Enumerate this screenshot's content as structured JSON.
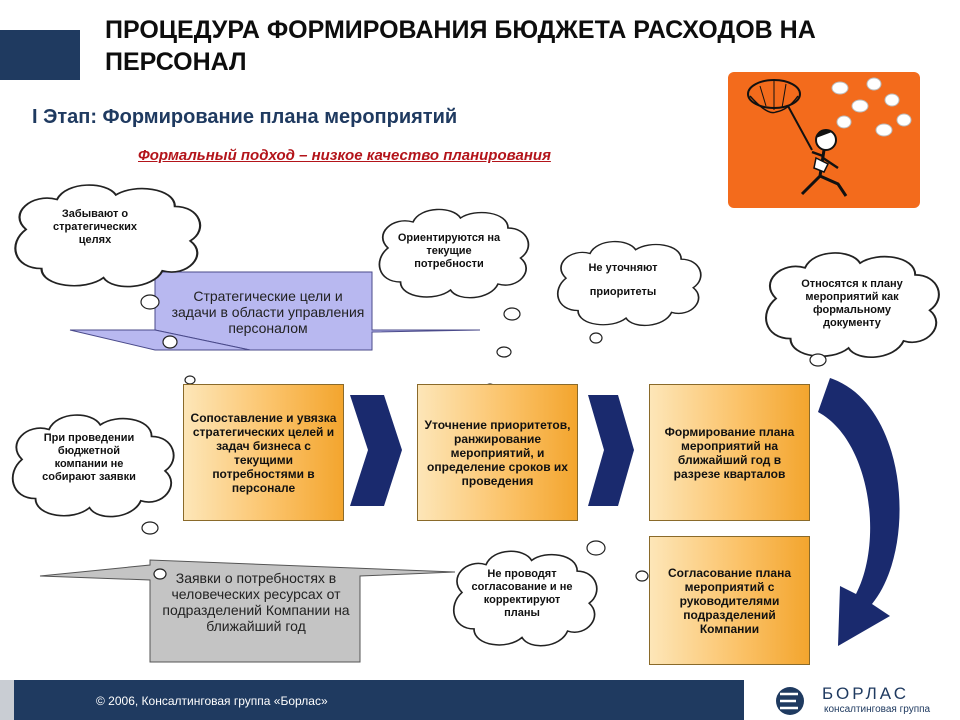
{
  "title": "ПРОЦЕДУРА ФОРМИРОВАНИЯ БЮДЖЕТА РАСХОДОВ НА ПЕРСОНАЛ",
  "subtitle": "I Этап: Формирование плана мероприятий",
  "callout": "Формальный подход – низкое качество планирования",
  "clouds": {
    "forget_goals": "Забывают о стратегических целях",
    "current_needs": "Ориентируются на текущие потребности",
    "no_priorities_1": "Не уточняют",
    "no_priorities_2": "приоритеты",
    "formal_doc": "Относятся к плану мероприятий как формальному документу",
    "no_requests": "При проведении бюджетной компании не собирают заявки",
    "no_agreement": "Не проводят согласование и не корректируют планы"
  },
  "arrows": {
    "strategic_goals": "Стратегические цели и задачи в области управления персоналом",
    "requests": "Заявки о потребностях в человеческих ресурсах от подразделений Компании на ближайший год"
  },
  "steps": {
    "step1": "Сопоставление и увязка стратегических целей и задач бизнеса с текущими потребностями в персонале",
    "step2": "Уточнение приоритетов, ранжирование мероприятий, и определение сроков их проведения",
    "step3": "Формирование плана мероприятий на ближайший год в разрезе кварталов",
    "step4": "Согласование плана мероприятий с руководителями подразделений Компании"
  },
  "footer": "© 2006, Консалтинговая группа «Борлас»",
  "logo": {
    "name": "БОРЛАС",
    "sub": "консалтинговая группа"
  },
  "colors": {
    "navy": "#1f3a60",
    "step_orange": "#f3a52e",
    "callout_red": "#b3141a",
    "arrow_lilac": "#b8b8f0",
    "arrow_gray": "#c4c4c4",
    "picture_orange": "#f36b1c"
  },
  "icons": {
    "picture": "person-catching-lightbulbs-with-net-illustration",
    "chevrons": "navy-chevron-arrow-icon",
    "return_arrow": "navy-curved-arrow-icon"
  }
}
